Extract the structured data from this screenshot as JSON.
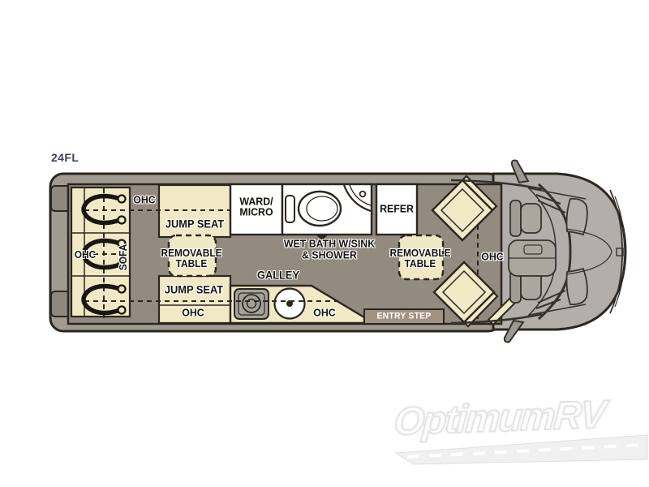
{
  "model_label": "24FL",
  "floorplan": {
    "labels": {
      "ohc": "OHC",
      "sofa": "SOFA",
      "jump_seat": "JUMP SEAT",
      "ward_micro": [
        "WARD/",
        "MICRO"
      ],
      "wet_bath": [
        "WET BATH W/SINK",
        "& SHOWER"
      ],
      "refer": "REFER",
      "removable_table": [
        "REMOVABLE",
        "TABLE"
      ],
      "galley": "GALLEY",
      "entry_step": "ENTRY STEP"
    },
    "colors": {
      "floor": "#948b80",
      "furniture": "#f1e9c5",
      "fixtures": "#ffffff",
      "coach_body": "#a19a90",
      "cab_body": "#b2afaa",
      "outline": "#2b2720",
      "entry_step_band": "#a19283",
      "model_text": "#3e4456"
    }
  },
  "watermark": {
    "brand": "OptimumRV"
  }
}
